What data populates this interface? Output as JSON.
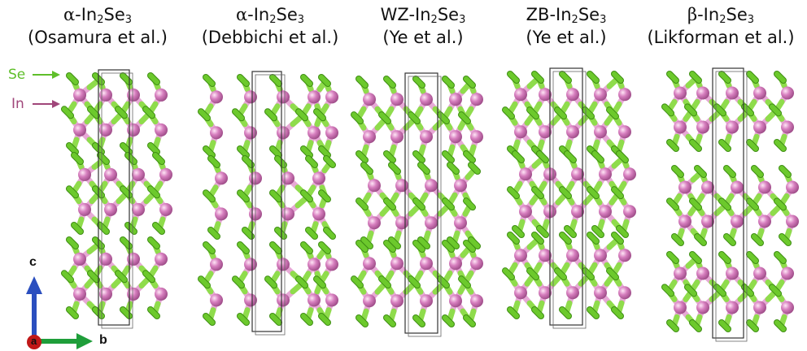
{
  "panels": [
    {
      "symbol": "α",
      "prefix": "-In",
      "sub1": "2",
      "mid": "Se",
      "sub2": "3",
      "citation": "(Osamura et al.)",
      "layers": 3,
      "style": "alpha-osamura"
    },
    {
      "symbol": "α",
      "prefix": "-In",
      "sub1": "2",
      "mid": "Se",
      "sub2": "3",
      "citation": "(Debbichi et al.)",
      "layers": 3,
      "style": "alpha-debbichi"
    },
    {
      "symbol": "",
      "prefix": "WZ-In",
      "sub1": "2",
      "mid": "Se",
      "sub2": "3",
      "citation": "(Ye et al.)",
      "layers": 3,
      "style": "wz"
    },
    {
      "symbol": "",
      "prefix": "ZB-In",
      "sub1": "2",
      "mid": "Se",
      "sub2": "3",
      "citation": "(Ye et al.)",
      "layers": 3,
      "style": "zb"
    },
    {
      "symbol": "β",
      "prefix": "-In",
      "sub1": "2",
      "mid": "Se",
      "sub2": "3",
      "citation": "(Likforman et al.)",
      "layers": 3,
      "style": "beta"
    }
  ],
  "legend": {
    "se_label": "Se",
    "in_label": "In",
    "se_color": "#5fbf2a",
    "in_color": "#a0467a"
  },
  "axes": {
    "c_label": "c",
    "a_label": "a",
    "b_label": "b",
    "c_color": "#2b4fbf",
    "b_color": "#1f9e3a",
    "a_color": "#c01818"
  },
  "atom_colors": {
    "se": "#6cc92c",
    "se_dark": "#3f8e14",
    "in": "#d77fbf",
    "in_dark": "#9c4a86",
    "bond_in": "#e7a9d6",
    "bond_se": "#8fdc4c"
  }
}
